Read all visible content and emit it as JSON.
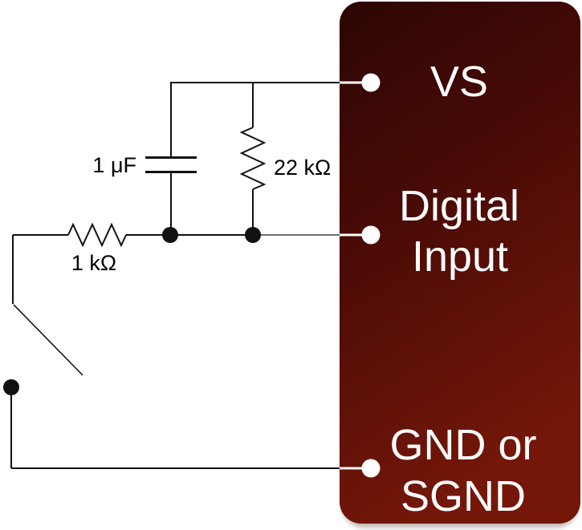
{
  "diagram": {
    "type": "circuit-schematic",
    "device": {
      "pins": {
        "vs": "VS",
        "digital_input_line1": "Digital",
        "digital_input_line2": "Input",
        "gnd_line1": "GND or",
        "gnd_line2": "SGND"
      }
    },
    "components": {
      "capacitor_label": "1 μF",
      "pullup_resistor_label": "22 kΩ",
      "series_resistor_label": "1 kΩ"
    },
    "colors": {
      "box_gradient_top": "#2c0504",
      "box_gradient_mid": "#4a0b06",
      "box_gradient_bottom": "#741709",
      "box_shadow": "#b0a9a4",
      "wire": "#111111",
      "wire_light": "#6e6e6e",
      "terminal_fill": "#ffffff",
      "pin_text": "#ffffff",
      "label_text": "#000000",
      "background": "#ffffff"
    }
  }
}
